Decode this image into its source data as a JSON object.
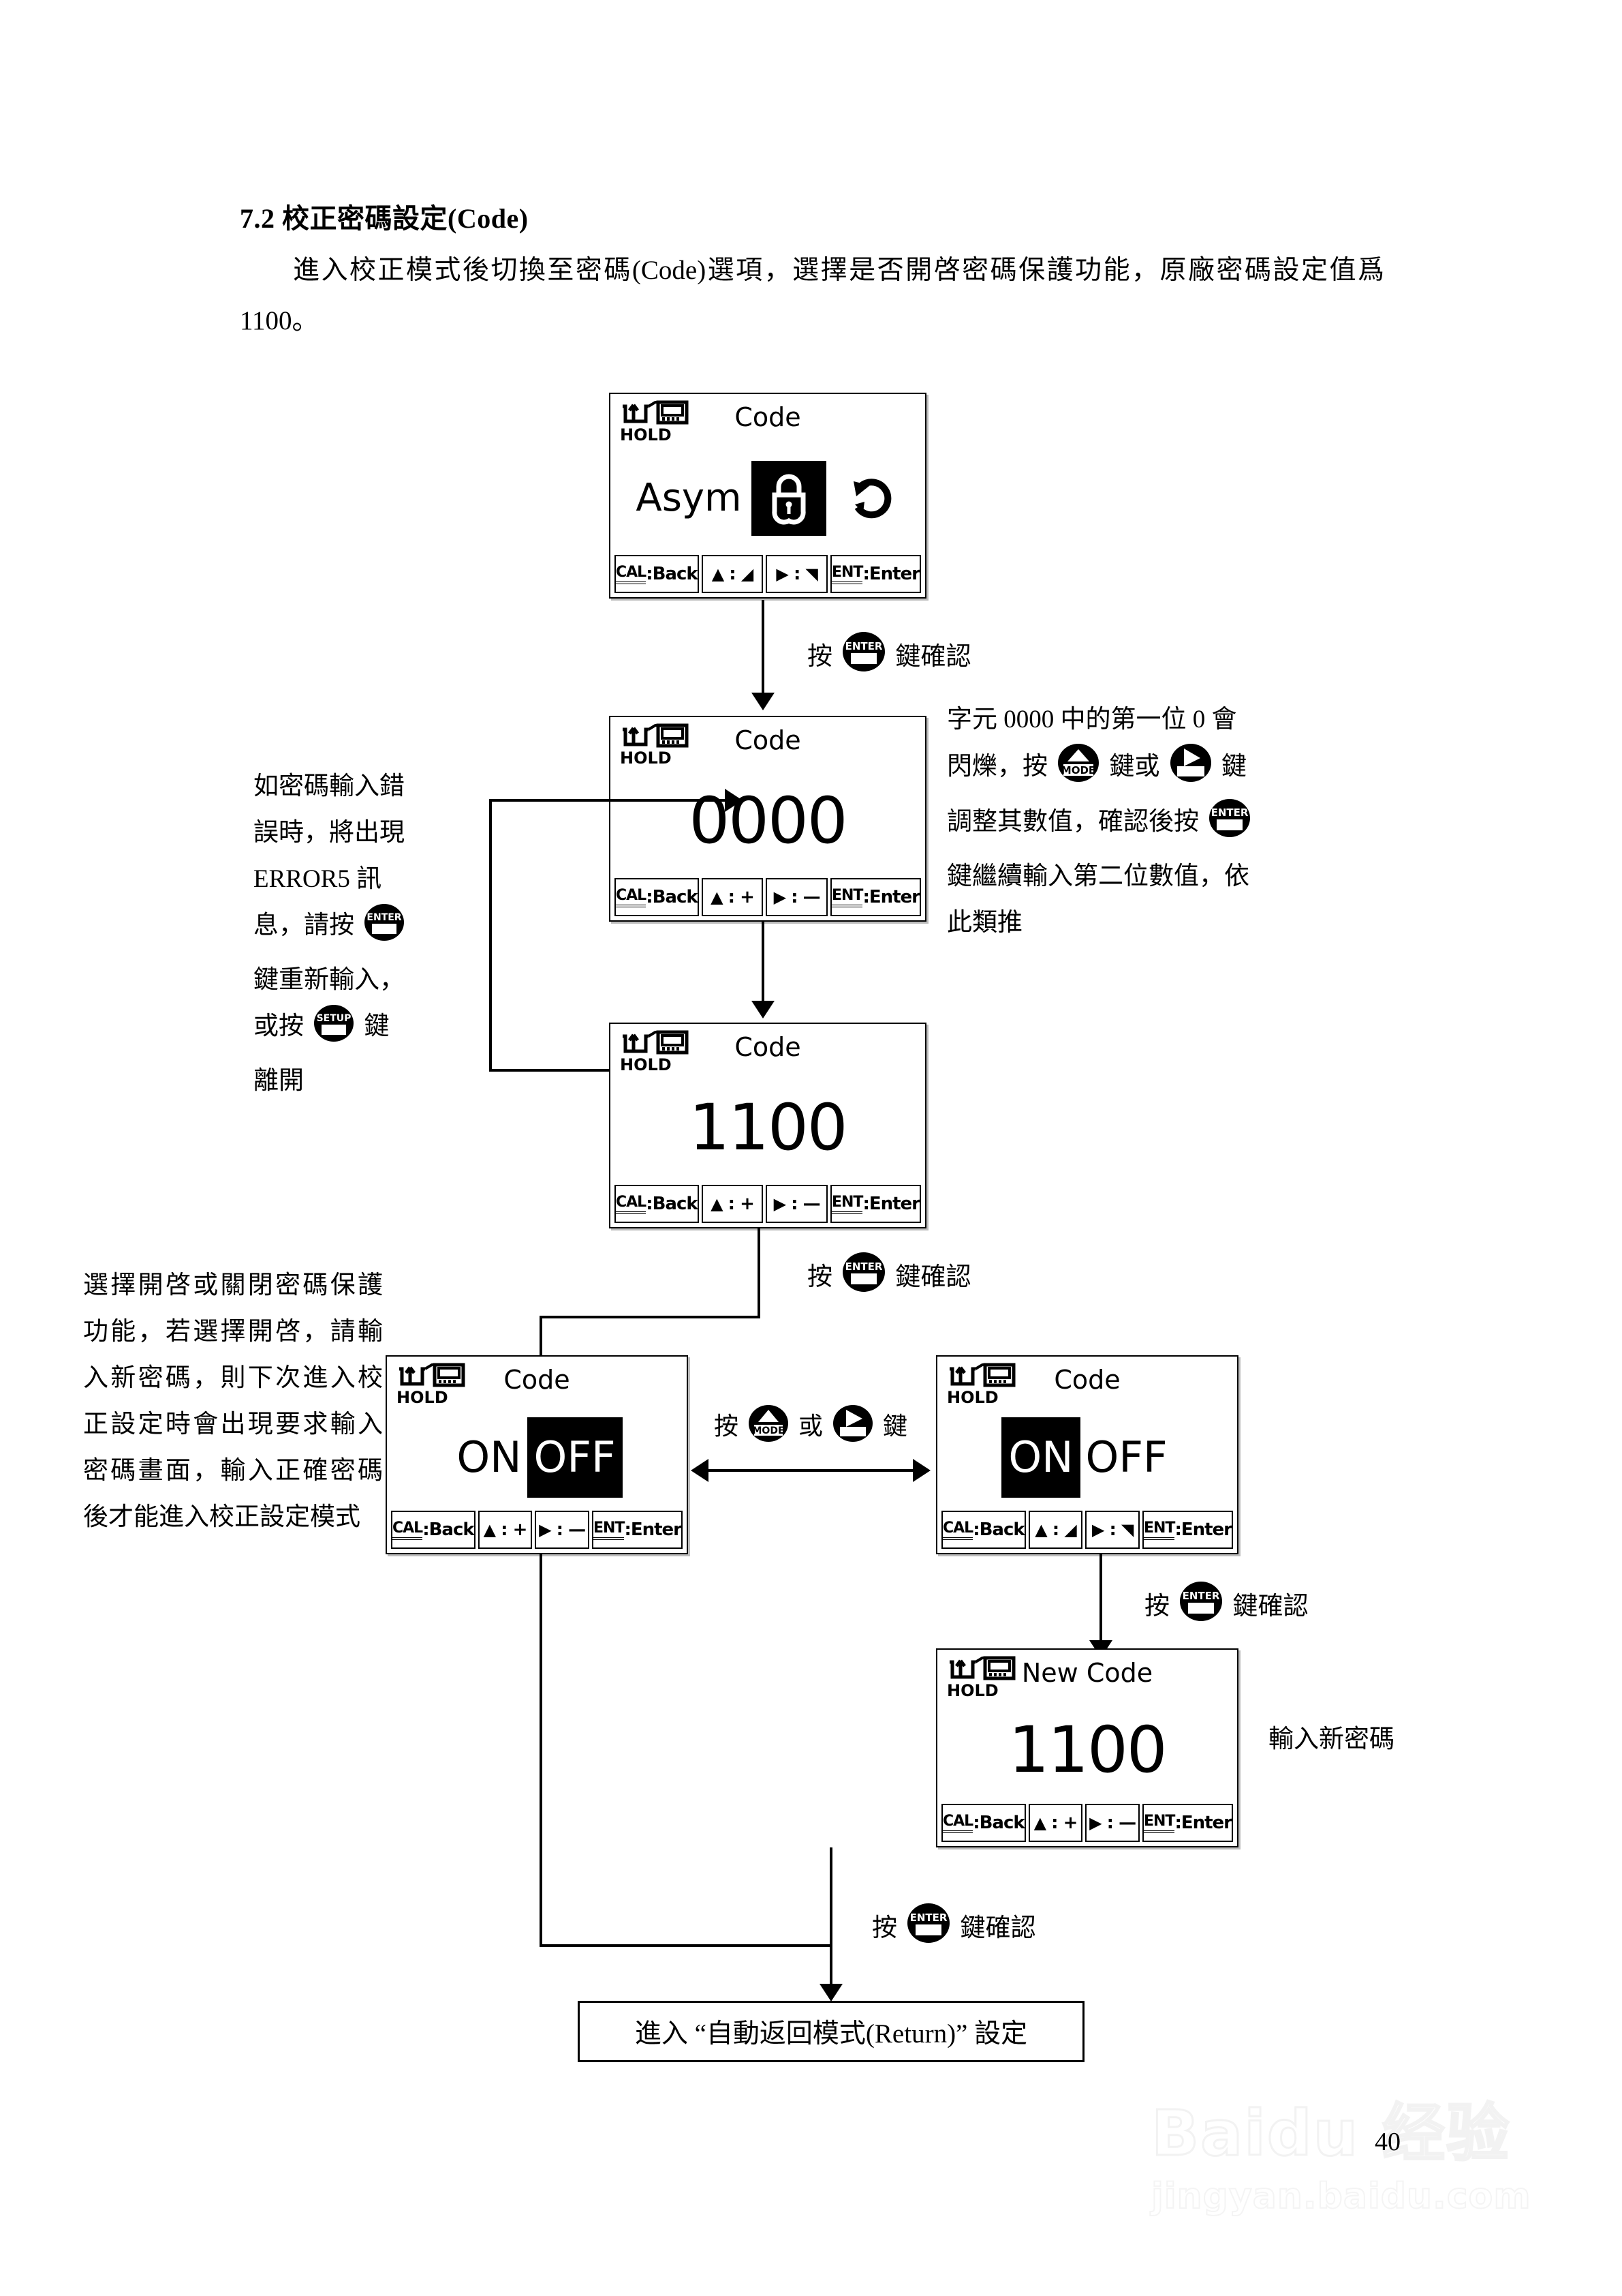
{
  "heading": "7.2 校正密碼設定(Code)",
  "intro": "進入校正模式後切換至密碼(Code)選項，選擇是否開啓密碼保護功能，原廠密碼設定值爲 1100。",
  "softkey_labels": {
    "cal": "CAL",
    "back": "Back",
    "ent": "ENT",
    "enter": "Enter",
    "plus": "+",
    "minus": "—"
  },
  "panels": {
    "code_lock": {
      "hold_label": "HOLD",
      "title": "Code",
      "left_text": "Asym",
      "icon": "lock-icon",
      "secondary_icon": "reload-arrow-icon",
      "softkeys": [
        "CAL:Back",
        "▲:◢",
        "▶:◥",
        "ENT:Enter"
      ]
    },
    "code_0000": {
      "hold_label": "HOLD",
      "title": "Code",
      "value": "0000",
      "softkeys": [
        "CAL:Back",
        "▲:+",
        "▶:—",
        "ENT:Enter"
      ]
    },
    "code_1100": {
      "hold_label": "HOLD",
      "title": "Code",
      "value": "1100",
      "softkeys": [
        "CAL:Back",
        "▲:+",
        "▶:—",
        "ENT:Enter"
      ]
    },
    "code_off": {
      "hold_label": "HOLD",
      "title": "Code",
      "option_on": "ON",
      "option_off": "OFF",
      "selected": "OFF",
      "softkeys": [
        "CAL:Back",
        "▲:+",
        "▶:—",
        "ENT:Enter"
      ]
    },
    "code_on": {
      "hold_label": "HOLD",
      "title": "Code",
      "option_on": "ON",
      "option_off": "OFF",
      "selected": "ON",
      "softkeys": [
        "CAL:Back",
        "▲:◢",
        "▶:◥",
        "ENT:Enter"
      ]
    },
    "new_code": {
      "hold_label": "HOLD",
      "title": "New Code",
      "value": "1100",
      "softkeys": [
        "CAL:Back",
        "▲:+",
        "▶:—",
        "ENT:Enter"
      ]
    }
  },
  "flow_labels": {
    "enter_confirm_1_pre": "按",
    "enter_confirm_1_post": "鍵確認",
    "enter_confirm_2_pre": "按",
    "enter_confirm_2_post": "鍵確認",
    "enter_confirm_3_pre": "按",
    "enter_confirm_3_post": "鍵確認",
    "enter_confirm_4_pre": "按",
    "enter_confirm_4_post": "鍵確認",
    "mode_or_right_pre": "按",
    "mode_or_right_mid": "或",
    "mode_or_right_post": "鍵"
  },
  "notes": {
    "error_note": {
      "l1": "如密碼輸入錯",
      "l2": "誤時，將出現",
      "l3": "ERROR5 訊",
      "l4_pre": "息，請按",
      "l5": "鍵重新輸入，",
      "l6_pre": "或按",
      "l6_post": "鍵",
      "l7": "離開"
    },
    "digit_note": {
      "l1": "字元 0000 中的第一位 0 會",
      "l2_pre": "閃爍，按",
      "l2_mid": "鍵或",
      "l2_post": "鍵",
      "l3_pre": "調整其數值，確認後按",
      "l4": "鍵繼續輸入第二位數值，依",
      "l5": "此類推"
    },
    "enable_note": "選擇開啓或關閉密碼保護功能，若選擇開啓，請輸入新密碼，則下次進入校正設定時會出現要求輸入密碼畫面，輸入正確密碼後才能進入校正設定模式",
    "new_code_note": "輸入新密碼"
  },
  "key_labels": {
    "enter": "ENTER",
    "setup": "SETUP",
    "mode": "MODE"
  },
  "return_box": "進入 “自動返回模式(Return)” 設定",
  "page_number": "40",
  "watermark": {
    "brand": "Baidu 经验",
    "url": "jingyan.baidu.com"
  }
}
